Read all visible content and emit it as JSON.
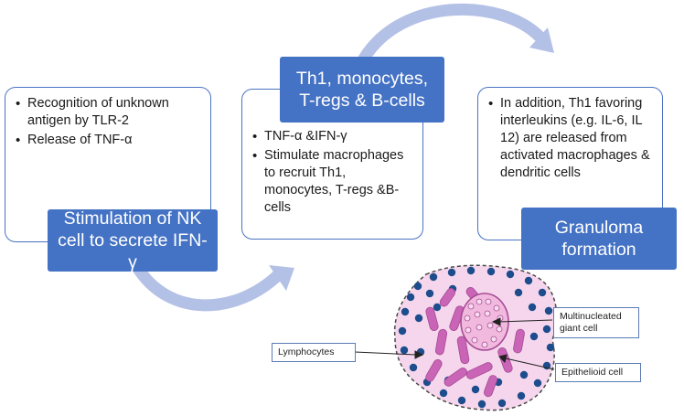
{
  "steps": [
    {
      "bullets": [
        "Recognition of unknown antigen by TLR-2",
        "Release of TNF-α"
      ],
      "title": "Stimulation of NK cell to secrete IFN-γ"
    },
    {
      "title": "Th1, monocytes, T-regs & B-cells",
      "bullets": [
        "TNF-α &IFN-γ",
        "Stimulate macrophages to recruit Th1, monocytes, T-regs &B-cells"
      ]
    },
    {
      "bullets": [
        "In addition, Th1 favoring interleukins (e.g. IL-6, IL 12) are released from activated macrophages & dendritic cells"
      ],
      "title": "Granuloma formation"
    }
  ],
  "granuloma": {
    "labels": {
      "lymphocytes": "Lymphocytes",
      "giant_cell": "Multinucleated giant cell",
      "epithelioid": "Epithelioid cell"
    }
  },
  "colors": {
    "box_fill": "#4472c4",
    "card_border": "#4a72c4",
    "arrow": "#b4c1e6",
    "tissue": "#f6d6ec",
    "lymphocyte": "#1d4d8c",
    "epithelioid": "#c964b6"
  }
}
